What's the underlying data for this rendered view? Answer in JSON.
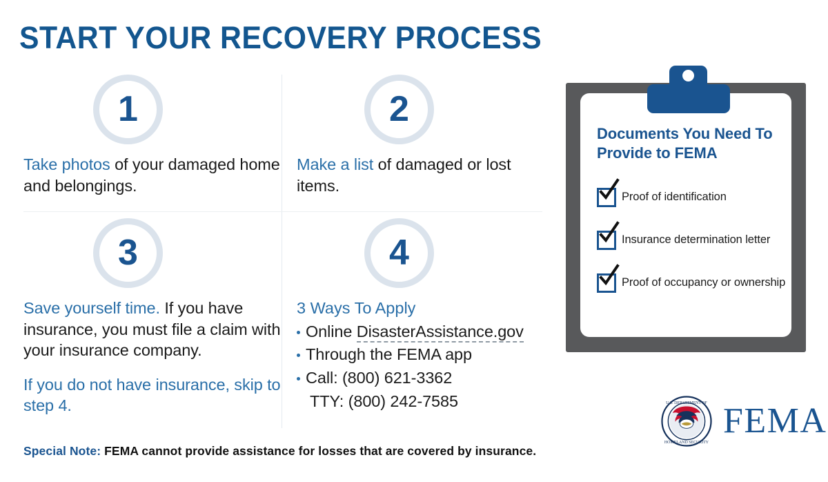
{
  "title": "START YOUR RECOVERY PROCESS",
  "colors": {
    "brand_blue": "#1a5490",
    "text_blue": "#2a6fa8",
    "ring_gray": "#dbe3ec",
    "clipboard_gray": "#58595b",
    "body_text": "#1b1b1b"
  },
  "steps": [
    {
      "number": "1",
      "highlight": "Take photos",
      "rest": " of your damaged home and belongings."
    },
    {
      "number": "2",
      "highlight": "Make a list",
      "rest": " of damaged or lost items."
    },
    {
      "number": "3",
      "highlight": "Save yourself time.",
      "rest": " If you have insurance, you must file a claim with your insurance company.",
      "paragraph2": "If you do not have insurance, skip to step 4."
    },
    {
      "number": "4",
      "heading": "3 Ways To Apply",
      "items": [
        {
          "prefix": "Online ",
          "link": "DisasterAssistance.gov"
        },
        {
          "prefix": "Through the FEMA app"
        },
        {
          "prefix": "Call: (800) 621-3362"
        },
        {
          "prefix": "TTY: (800) 242-7585",
          "no_bullet": true
        }
      ]
    }
  ],
  "special_note": {
    "label": "Special Note:",
    "text": " FEMA cannot provide assistance for losses that are covered by insurance."
  },
  "clipboard": {
    "title": "Documents You Need To Provide to FEMA",
    "checklist": [
      "Proof of identification",
      "Insurance determination letter",
      "Proof of occupancy or ownership"
    ]
  },
  "logo": {
    "wordmark": "FEMA",
    "seal_text_top": "U.S. DEPARTMENT OF",
    "seal_text_bottom": "HOMELAND SECURITY"
  }
}
